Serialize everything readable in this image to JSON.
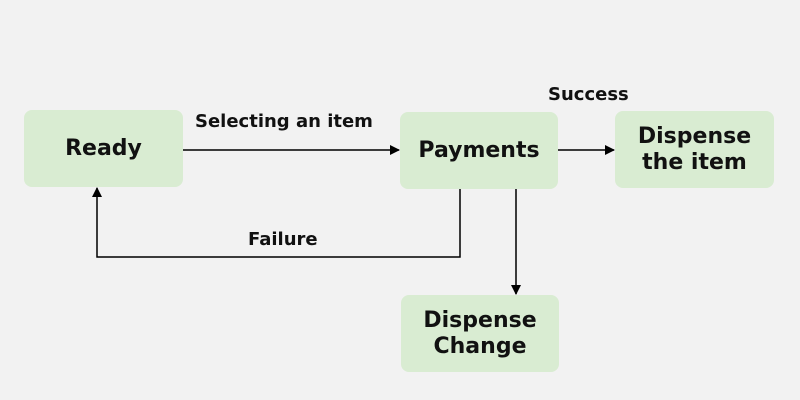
{
  "diagram": {
    "nodes": {
      "ready": {
        "line1": "Ready",
        "line2": ""
      },
      "payments": {
        "line1": "Payments",
        "line2": ""
      },
      "dispense_item": {
        "line1": "Dispense",
        "line2": "the item"
      },
      "dispense_change": {
        "line1": "Dispense",
        "line2": "Change"
      }
    },
    "edges": {
      "selecting": "Selecting an item",
      "success": "Success",
      "failure": "Failure"
    },
    "colors": {
      "background": "#f2f2f2",
      "node_fill": "#d9ecd2",
      "line": "#000000"
    }
  }
}
